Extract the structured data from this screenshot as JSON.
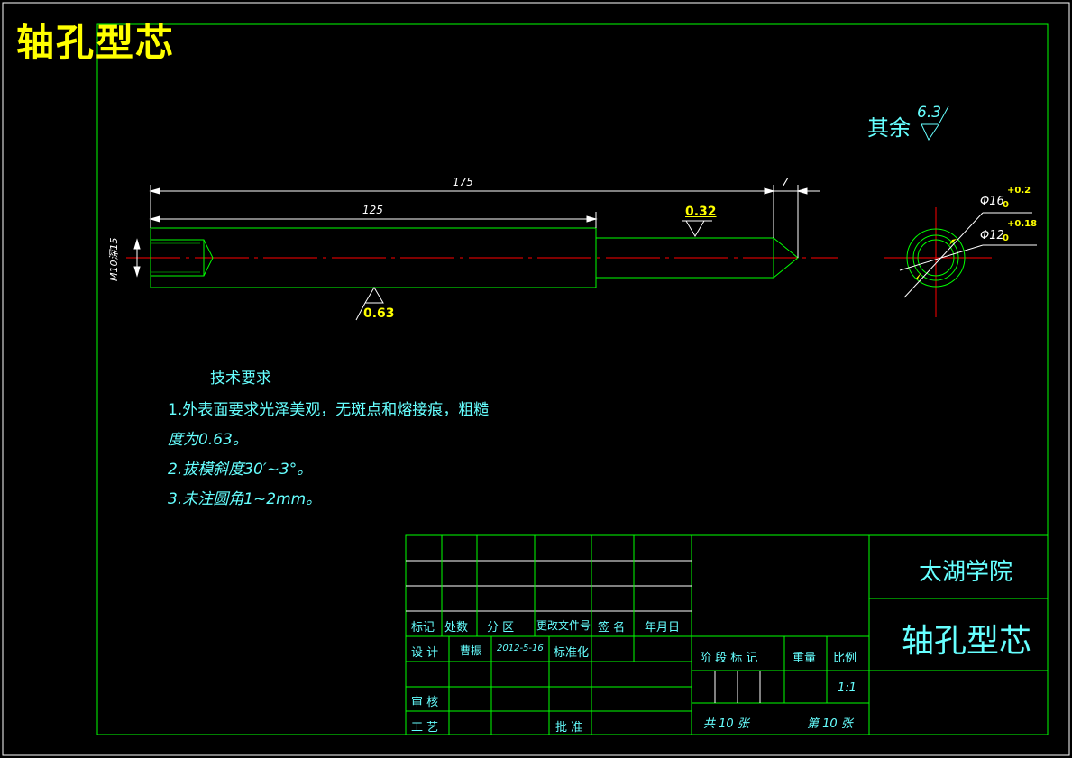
{
  "title": "轴孔型芯",
  "surface": {
    "rest_label": "其余",
    "rest_value": "6.3",
    "ra_inner": "0.32",
    "ra_outer": "0.63"
  },
  "dimensions": {
    "total_length": "175",
    "step_length": "125",
    "tip_length": "7",
    "thread": "M10深15",
    "outer_dia": "Φ16",
    "outer_tol_upper": "+0.2",
    "outer_tol_lower": "0",
    "inner_dia": "Φ12",
    "inner_tol_upper": "+0.18",
    "inner_tol_lower": "0"
  },
  "tech_requirements": {
    "heading": "技术要求",
    "line1": "1.外表面要求光泽美观，无斑点和熔接痕，粗糙",
    "line2": "度为0.63。",
    "line3": "2.拔模斜度30′~3°。",
    "line4": "3.未注圆角1~2mm。"
  },
  "title_block": {
    "headers": {
      "mark": "标记",
      "count": "处数",
      "zone": "分 区",
      "doc": "更改文件号",
      "sign": "签 名",
      "date": "年月日"
    },
    "design_label": "设 计",
    "designer": "曹振",
    "design_date": "2012-5-16",
    "standard_label": "标准化",
    "review_label": "审 核",
    "process_label": "工 艺",
    "approve_label": "批 准",
    "stage_label": "阶 段 标 记",
    "weight_label": "重量",
    "scale_label": "比例",
    "scale": "1:1",
    "total_sheets": "共 10 张",
    "sheet_no": "第 10 张",
    "school": "太湖学院",
    "part_name": "轴孔型芯"
  },
  "colors": {
    "frame": "#00ff00",
    "text_cyan": "#66ffff",
    "title_yellow": "#ffff00",
    "center_red": "#ff0000",
    "dim_white": "#ffffff"
  }
}
